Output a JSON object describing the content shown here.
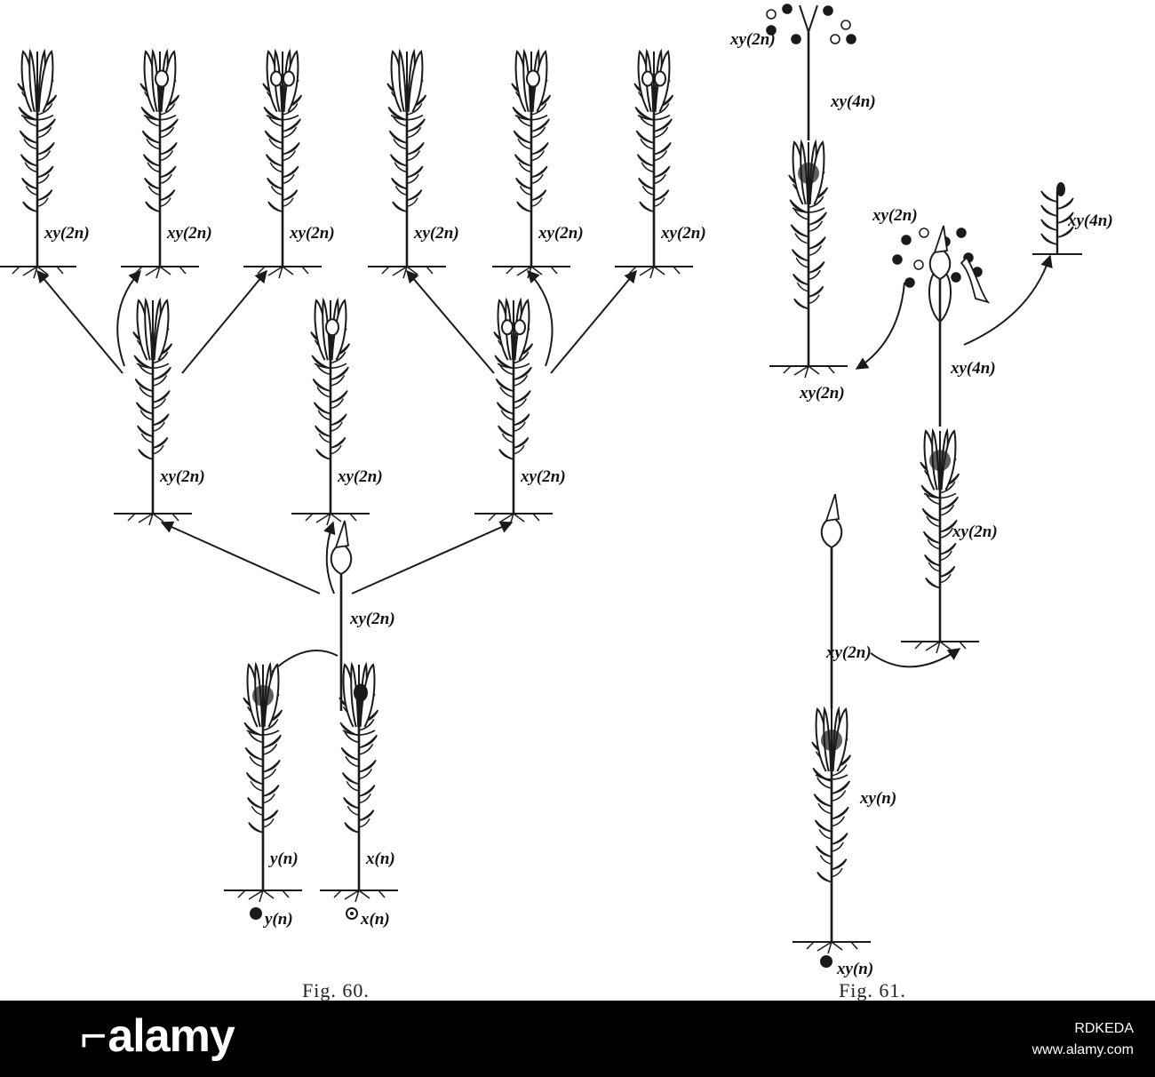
{
  "figures": [
    {
      "caption": "Fig. 60.",
      "plants": [
        {
          "id": "p60-top-1",
          "label": "xy(2n)",
          "type": "leafy",
          "tips": "plain"
        },
        {
          "id": "p60-top-2",
          "label": "xy(2n)",
          "type": "leafy",
          "tips": "one"
        },
        {
          "id": "p60-top-3",
          "label": "xy(2n)",
          "type": "leafy",
          "tips": "two"
        },
        {
          "id": "p60-top-4",
          "label": "xy(2n)",
          "type": "leafy",
          "tips": "plain"
        },
        {
          "id": "p60-top-5",
          "label": "xy(2n)",
          "type": "leafy",
          "tips": "one"
        },
        {
          "id": "p60-top-6",
          "label": "xy(2n)",
          "type": "leafy",
          "tips": "two"
        },
        {
          "id": "p60-mid-1",
          "label": "xy(2n)",
          "type": "leafy",
          "tips": "plain"
        },
        {
          "id": "p60-mid-2",
          "label": "xy(2n)",
          "type": "leafy",
          "tips": "one"
        },
        {
          "id": "p60-mid-3",
          "label": "xy(2n)",
          "type": "leafy",
          "tips": "two"
        },
        {
          "id": "p60-sporophyte",
          "label": "xy(2n)",
          "type": "sporophyte"
        },
        {
          "id": "p60-bottom-y",
          "label": "y(n)",
          "type": "leafy",
          "tips": "dark",
          "spore": "y(n)",
          "spore_fill": "dark"
        },
        {
          "id": "p60-bottom-x",
          "label": "x(n)",
          "type": "leafy",
          "tips": "egg",
          "spore": "x(n)",
          "spore_fill": "ring"
        }
      ]
    },
    {
      "caption": "Fig. 61.",
      "plants": [
        {
          "id": "p61-top",
          "label": "xy(4n)",
          "spore_label": "xy(2n)",
          "type": "burst-capsule"
        },
        {
          "id": "p61-leafy-left",
          "label": "xy(2n)",
          "type": "leafy",
          "tips": "dark"
        },
        {
          "id": "p61-cluster",
          "label": "xy(2n)",
          "type": "spore-cluster"
        },
        {
          "id": "p61-small",
          "label": "xy(4n)",
          "type": "small-leafy"
        },
        {
          "id": "p61-capsule-mid",
          "label": "xy(4n)",
          "type": "sporophyte"
        },
        {
          "id": "p61-leafy-mid",
          "label": "xy(2n)",
          "type": "leafy",
          "tips": "dark"
        },
        {
          "id": "p61-capsule-bottom",
          "label": "xy(2n)",
          "type": "sporophyte"
        },
        {
          "id": "p61-leafy-bottom",
          "label": "xy(n)",
          "type": "leafy",
          "tips": "dark",
          "spore": "xy(n)",
          "spore_fill": "dark"
        }
      ]
    }
  ],
  "watermark": {
    "brand": "alamy",
    "stock_id": "RDKEDA",
    "site": "www.alamy.com"
  },
  "colors": {
    "ink": "#1a1a1a",
    "paper": "#ffffff",
    "banner": "#000000"
  }
}
